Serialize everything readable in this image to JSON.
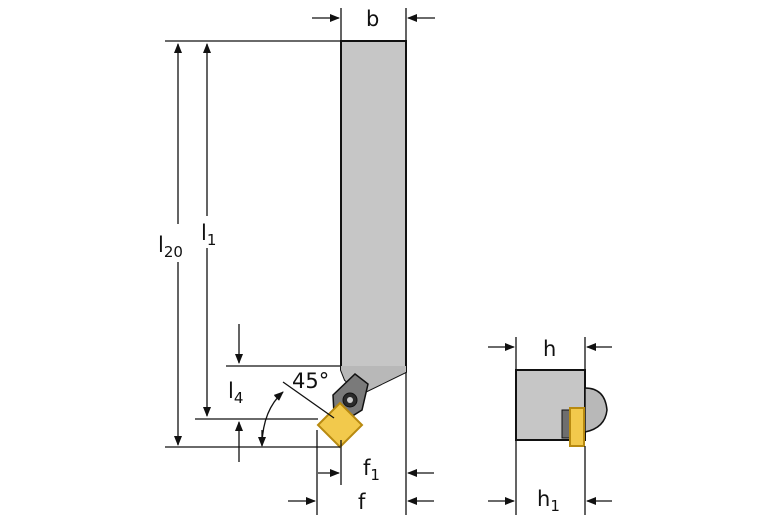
{
  "colors": {
    "body_fill": "#c6c6c6",
    "body_dark": "#9a9a9a",
    "shadow": "#6e6e6e",
    "insert": "#f2c94c",
    "insert_stroke": "#b88a10",
    "line": "#111111"
  },
  "side_view": {
    "labels": {
      "b": "b",
      "l20_main": "l",
      "l20_sub": "20",
      "l1_main": "l",
      "l1_sub": "1",
      "l4_main": "l",
      "l4_sub": "4",
      "angle": "45°",
      "f1_main": "f",
      "f1_sub": "1",
      "f": "f"
    }
  },
  "end_view": {
    "labels": {
      "h": "h",
      "h1_main": "h",
      "h1_sub": "1"
    }
  }
}
